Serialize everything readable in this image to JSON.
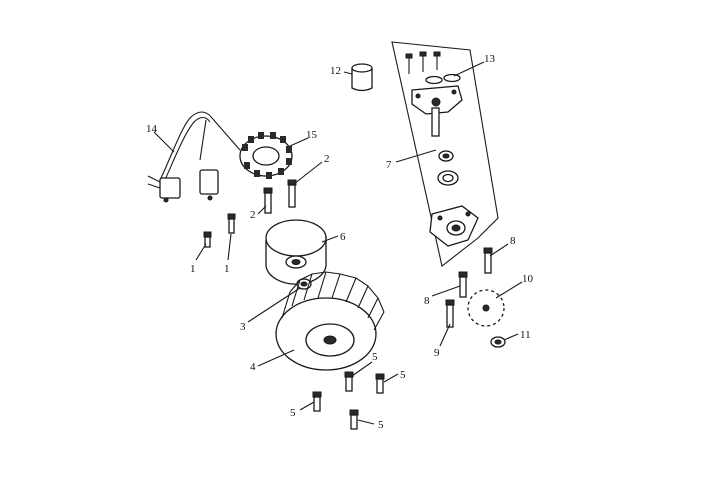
{
  "callouts": {
    "c1a": "1",
    "c1b": "1",
    "c2a": "2",
    "c2b": "2",
    "c3": "3",
    "c4": "4",
    "c5a": "5",
    "c5b": "5",
    "c5c": "5",
    "c5d": "5",
    "c6": "6",
    "c7": "7",
    "c8a": "8",
    "c8b": "8",
    "c9": "9",
    "c10": "10",
    "c11": "11",
    "c12": "12",
    "c13": "13",
    "c14": "14",
    "c15": "15"
  },
  "colors": {
    "line": "#1a1a1a",
    "background": "#ffffff"
  }
}
